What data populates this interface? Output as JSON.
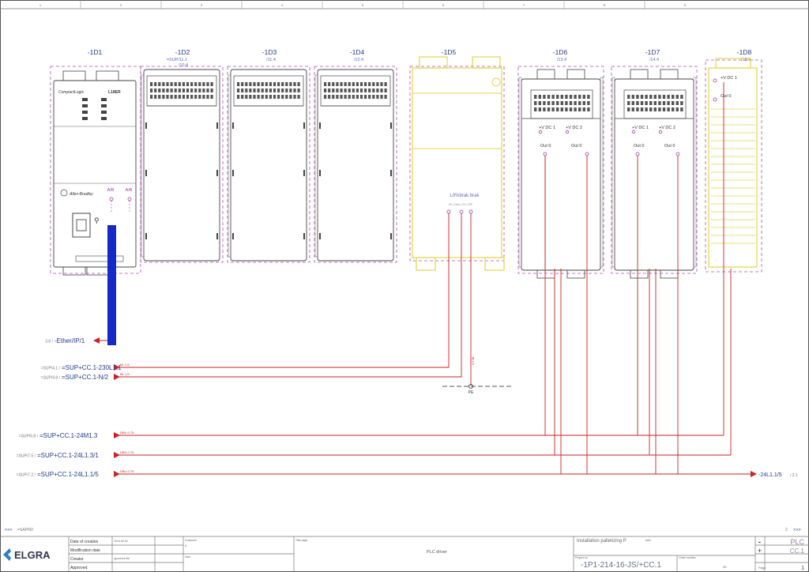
{
  "frame": {
    "top_ruler": [
      "1",
      "2",
      "3",
      "4",
      "5",
      "6",
      "7",
      "8",
      "9"
    ],
    "nav_prev": "<<<",
    "nav_prev_ref": "=SAP/60",
    "nav_next": "2",
    "nav_next_arrow": ">>>"
  },
  "modules": [
    {
      "id": "-1D1",
      "ref": ""
    },
    {
      "id": "-1D2",
      "ref": "=SUP/11.1",
      "ref2": "/10.4"
    },
    {
      "id": "-1D3",
      "ref": "/11.4"
    },
    {
      "id": "-1D4",
      "ref": "/12.4"
    },
    {
      "id": "-1D5",
      "ref": ""
    },
    {
      "id": "-1D6",
      "ref": "/13.4"
    },
    {
      "id": "-1D7",
      "ref": "/14.4"
    },
    {
      "id": "-1D8",
      "ref": "/15.4"
    }
  ],
  "plc": {
    "brand_top": "CompactLogix",
    "brand_model": "L18ER",
    "maker": "Allen-Bradley",
    "port_a": "A/B",
    "port_b": "A/B"
  },
  "d5": {
    "label": "L0%brak brak",
    "pins": "0V  |  0Vo  |  0V  |  PE",
    "wire": "0.5 BL"
  },
  "io": {
    "vdc1": "+V DC 1",
    "vdc2": "+V DC 2",
    "out0": "Out 0"
  },
  "connections": [
    {
      "ref": "3.8 /",
      "name": "-Ether/IP/1"
    },
    {
      "ref": "=SUP/4.1 /",
      "name": "=SUP+CC.1-230L1.1",
      "wire": "BL  1.5"
    },
    {
      "ref": "=SUP/4.8 /",
      "name": "=SUP+CC.1-N/2",
      "wire": "BL  1.5"
    },
    {
      "ref": "=SUP/6.8 /",
      "name": "=SUP+CC.1-24M1.3",
      "wire": "DBU  0.75"
    },
    {
      "ref": "=SUP/7.5 /",
      "name": "=SUP+CC.1-24L1.3/1",
      "wire": "DBU  0.75"
    },
    {
      "ref": "=SUP/7.2 /",
      "name": "=SUP+CC.1-24L1.1/5",
      "wire": "DBU  0.75"
    }
  ],
  "output_ref": {
    "name": "-24L1.1/5",
    "ref": "/ 2.1"
  },
  "pe": "PE",
  "title_block": {
    "logo": "ELGRA",
    "date_creation_label": "Date of creation",
    "date_creation_value": "2016-09-02",
    "mod_date_label": "Modification date",
    "creator_label": "Creator",
    "creator_value": "rgrzeemk file",
    "approved_label": "Approved",
    "customer_label": "Customer",
    "customer_value": "4",
    "user_label": "User",
    "title_label": "Title page",
    "title_value": "PLC driver",
    "install_label": "Installation palletizing P",
    "install_ref": "NAC",
    "project_label": "Project no.",
    "project_value": "-1P1-214-16-JS/+CC.1",
    "order_label": "Order number",
    "order_value": "30",
    "plc_label": "PLC",
    "cc_label": "CC.1",
    "page_label": "Page",
    "page_value": "1",
    "sign_minus": "-",
    "sign_plus": "+"
  }
}
